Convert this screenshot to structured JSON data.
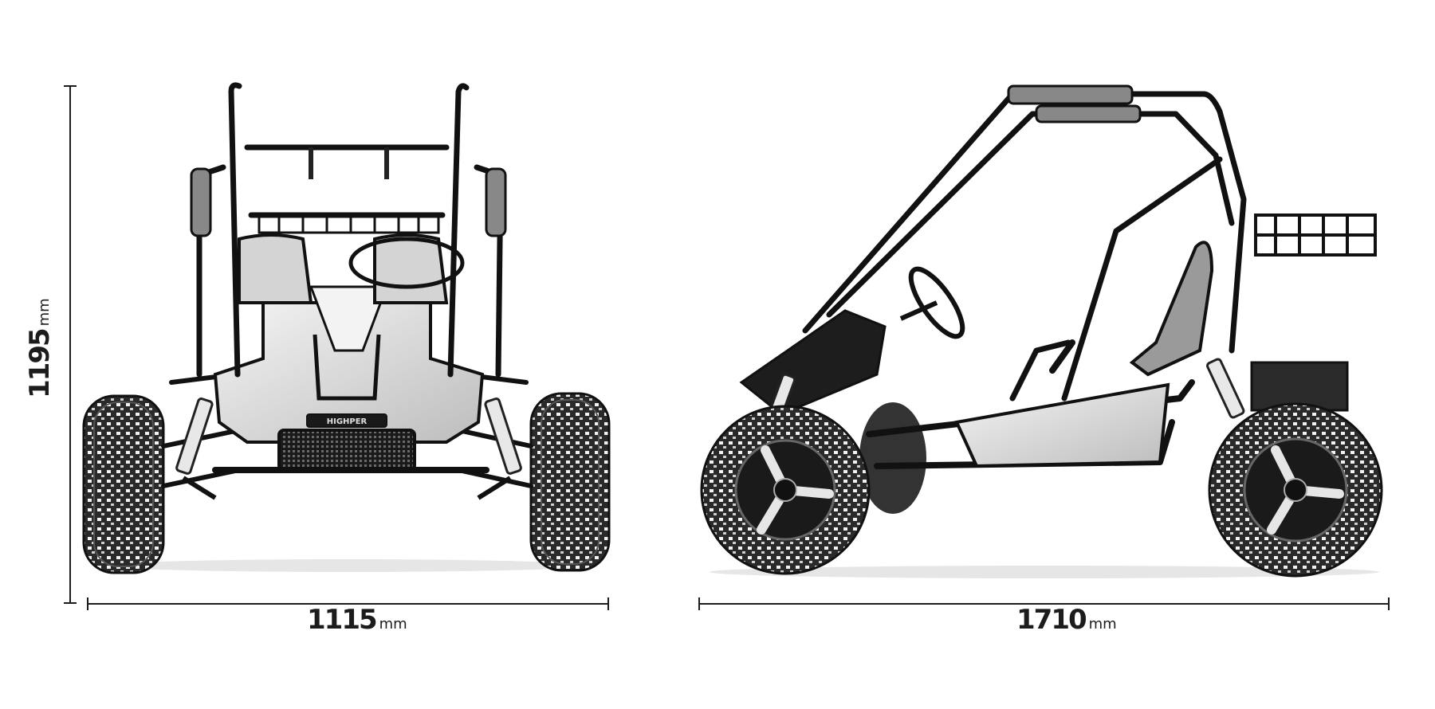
{
  "dimensions": {
    "height": {
      "value": "1195",
      "unit": "mm"
    },
    "width": {
      "value": "1115",
      "unit": "mm"
    },
    "length": {
      "value": "1710",
      "unit": "mm"
    }
  },
  "front_view": {
    "grille_badge": "HIGHPER"
  },
  "colors": {
    "ink": "#1c1c1c",
    "tire": "#2a2a2a",
    "frame": "#111111",
    "panel": "#d9d9d9",
    "background": "#ffffff"
  }
}
